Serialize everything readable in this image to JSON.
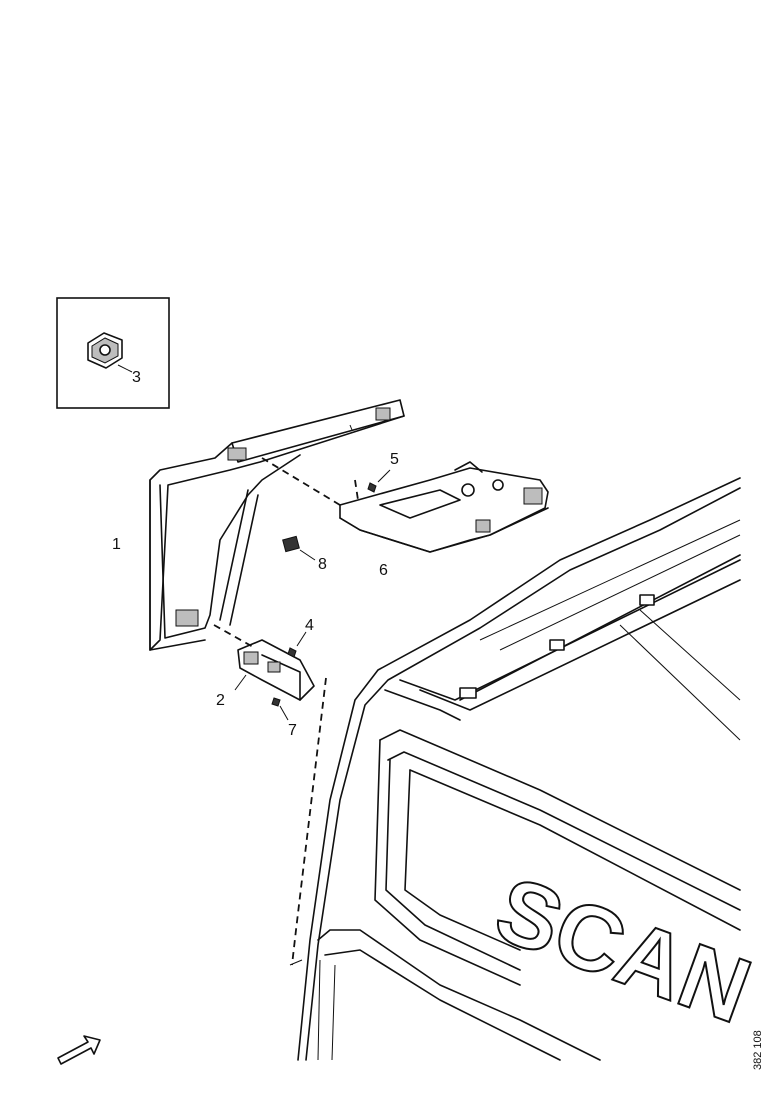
{
  "callouts": {
    "c1": "1",
    "c2": "2",
    "c3": "3",
    "c4": "4",
    "c5": "5",
    "c6": "6",
    "c7": "7",
    "c8": "8"
  },
  "cab_logo_text": "SCAN",
  "document_code": "382 108",
  "icons": {
    "front_direction": "arrow-icon"
  }
}
